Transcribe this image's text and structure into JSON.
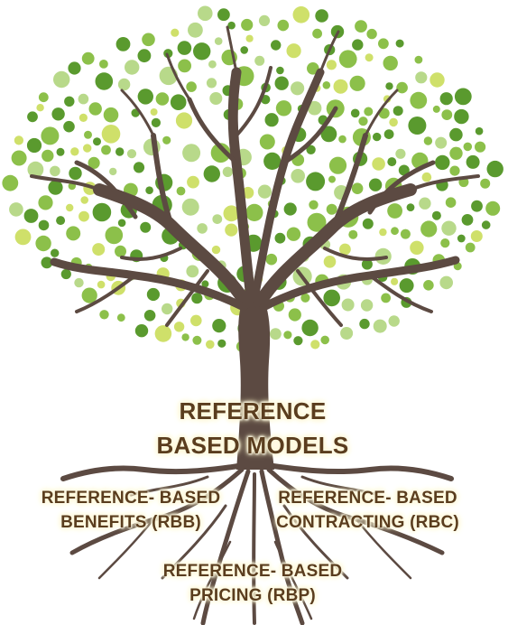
{
  "diagram": {
    "trunk_label": {
      "line1": "REFERENCE",
      "line2": "BASED MODELS"
    },
    "roots": [
      {
        "line1": "REFERENCE- BASED",
        "line2": "BENEFITS (RBB)"
      },
      {
        "line1": "REFERENCE- BASED",
        "line2": "CONTRACTING (RBC)"
      },
      {
        "line1": "REFERENCE- BASED",
        "line2": "PRICING (RBP)"
      }
    ]
  },
  "colors": {
    "trunk": "#5c4a42",
    "leaf_dark": "#5a9a2e",
    "leaf_mid": "#8cc04a",
    "leaf_light": "#b8d98a",
    "leaf_yellow": "#cfe06a",
    "label_text": "#5a3d1e"
  },
  "icons": {
    "tree": "tree-illustration"
  }
}
